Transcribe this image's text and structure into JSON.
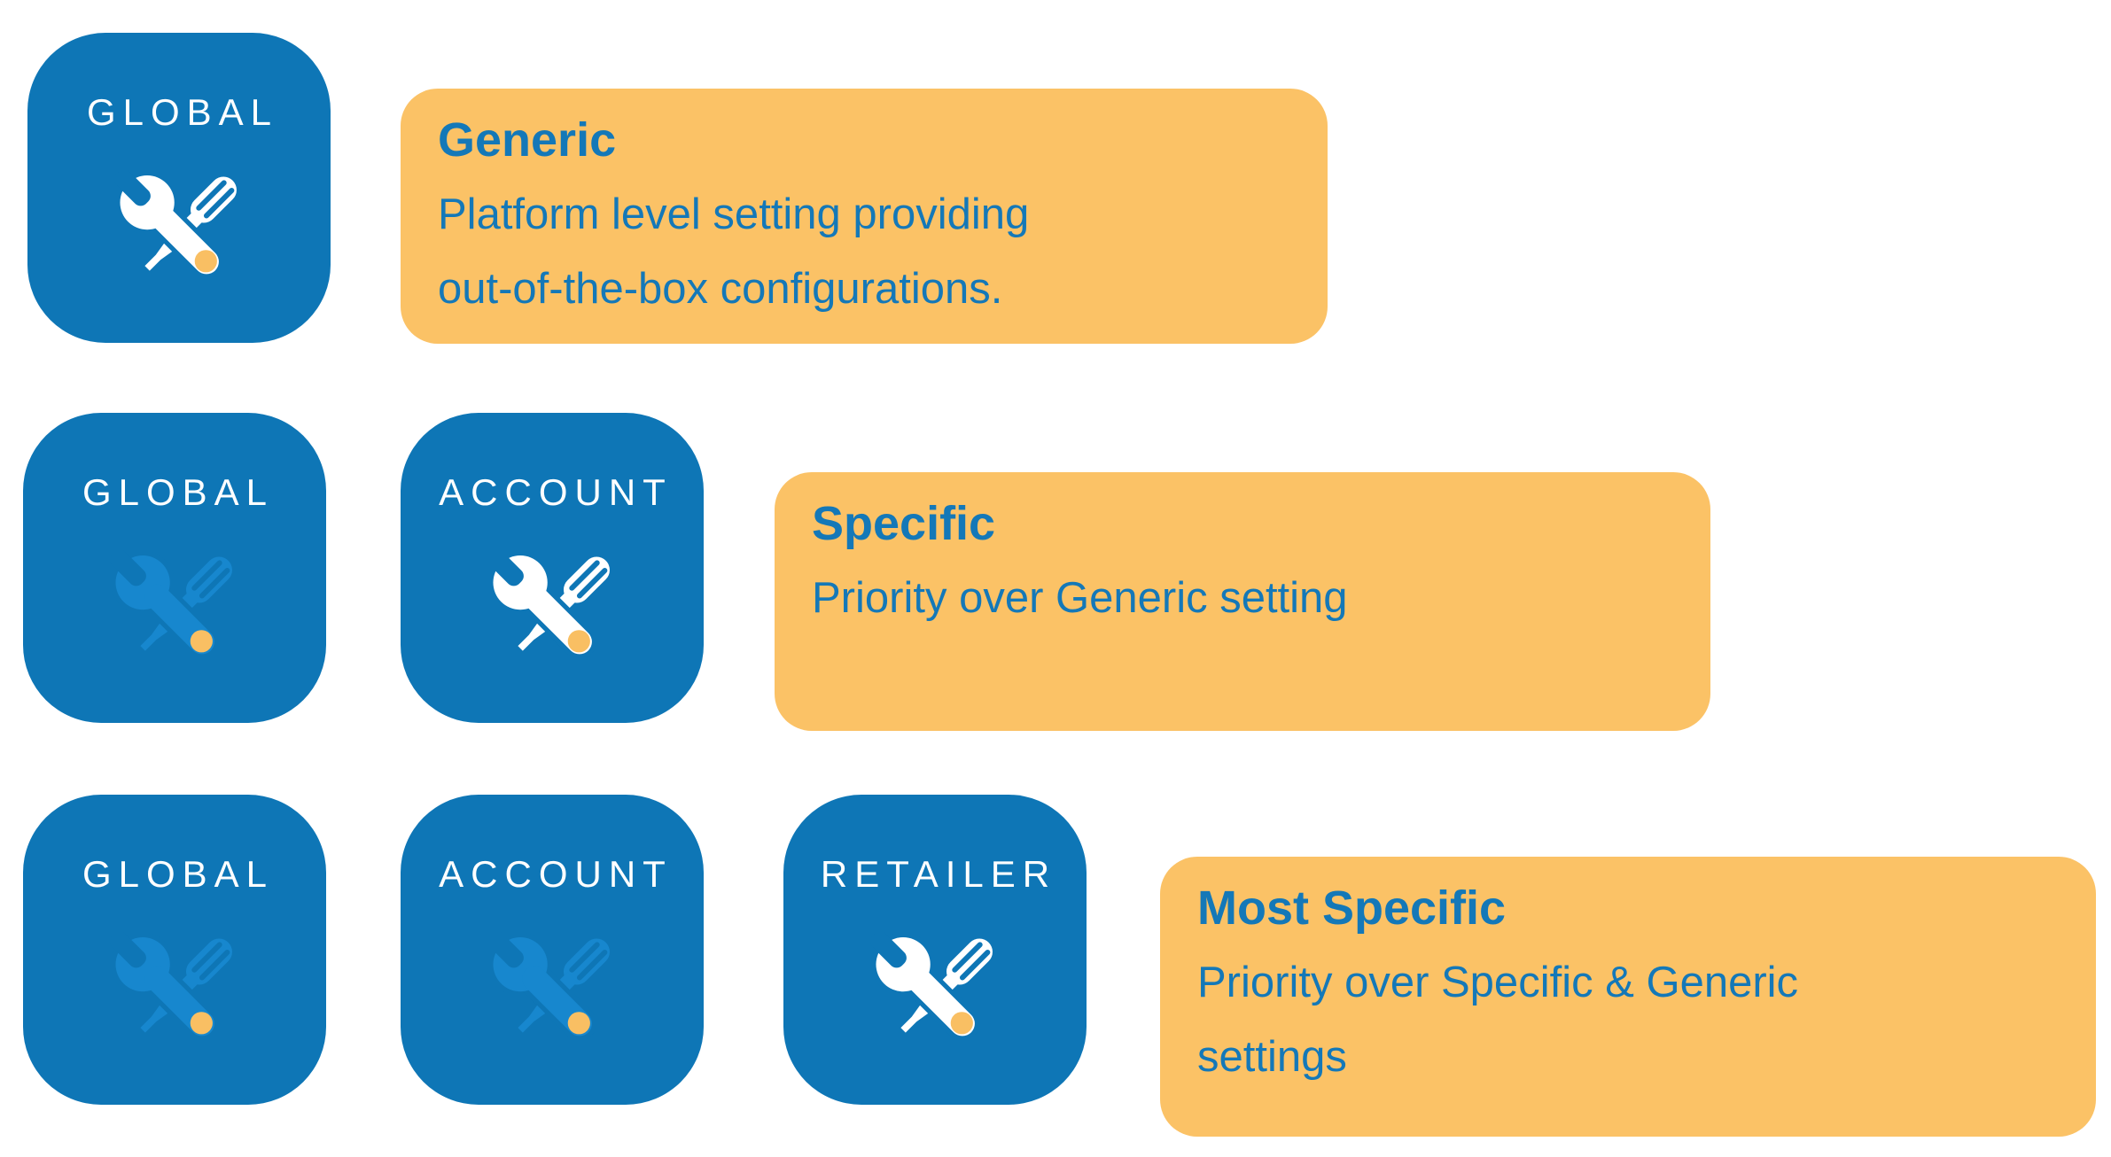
{
  "palette": {
    "page_bg": "#FFFFFF",
    "tile_blue": "#0E76B6",
    "faded_tool_blue": "#1787CE",
    "box_orange": "#FBC266",
    "text_blue": "#1478B8",
    "dot_yellow": "#F9BF63",
    "tile_label_white": "#FFFFFF"
  },
  "tiles": [
    {
      "label": "GLOBAL",
      "state": "active",
      "icon": "wrench-screwdriver-icon"
    },
    {
      "label": "GLOBAL",
      "state": "faded",
      "icon": "wrench-screwdriver-icon"
    },
    {
      "label": "ACCOUNT",
      "state": "active",
      "icon": "wrench-screwdriver-icon"
    },
    {
      "label": "GLOBAL",
      "state": "faded",
      "icon": "wrench-screwdriver-icon"
    },
    {
      "label": "ACCOUNT",
      "state": "faded",
      "icon": "wrench-screwdriver-icon"
    },
    {
      "label": "RETAILER",
      "state": "active",
      "icon": "wrench-screwdriver-icon"
    }
  ],
  "boxes": [
    {
      "title": "Generic",
      "body_lines": [
        "Platform level setting providing",
        "out-of-the-box configurations."
      ]
    },
    {
      "title": "Specific",
      "body_lines": [
        "Priority over Generic setting"
      ]
    },
    {
      "title": "Most Specific",
      "body_lines": [
        "Priority over Specific & Generic",
        "settings"
      ]
    }
  ]
}
